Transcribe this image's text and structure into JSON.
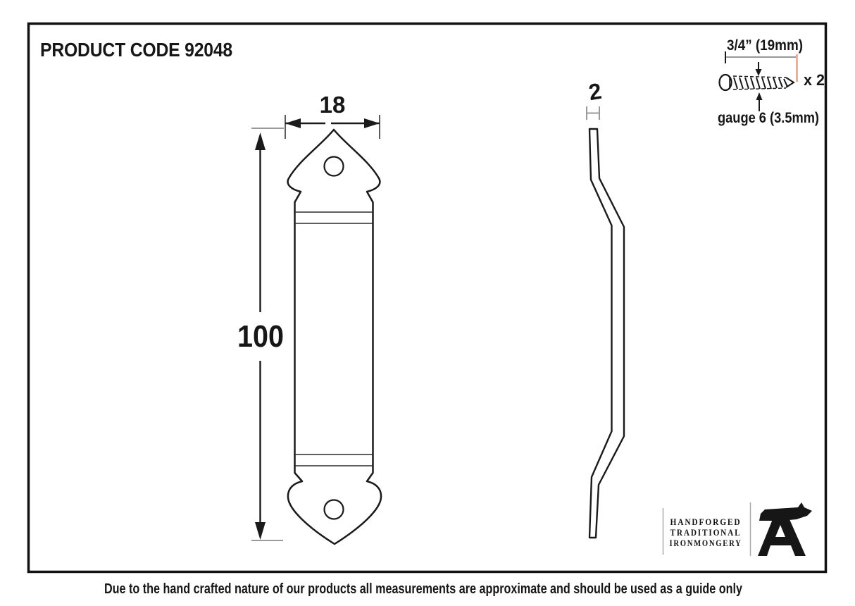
{
  "header": {
    "product_code": "PRODUCT CODE 92048"
  },
  "front_view": {
    "width_mm": "18",
    "height_mm": "100"
  },
  "side_view": {
    "thickness_mm": "2"
  },
  "screw_detail": {
    "length": "3/4” (19mm)",
    "quantity": "x 2",
    "gauge": "gauge 6 (3.5mm)"
  },
  "logo": {
    "line1": "HANDFORGED",
    "line2": "TRADITIONAL",
    "line3": "IRONMONGERY"
  },
  "footer": {
    "disclaimer": "Due to the hand crafted nature of our products all measurements are approximate and should be used as a guide only"
  },
  "colors": {
    "line": "#1a1a1a",
    "dim_gray": "#9a9a9a",
    "accent": "#e2a183",
    "logo_text": "#52463e"
  }
}
